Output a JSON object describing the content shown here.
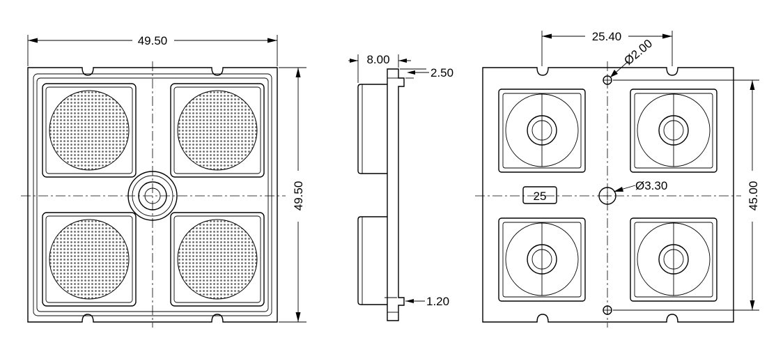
{
  "front_view": {
    "width_label": "49.50",
    "height_label": "49.50"
  },
  "side_view": {
    "thickness_label": "8.00",
    "flange_label": "2.50",
    "foot_label": "1.20"
  },
  "back_view": {
    "pitch_label": "25.40",
    "pin_hole_label": "Ø2.00",
    "center_hole_label": "Ø3.30",
    "height_label": "45.00",
    "part_tag": "25"
  }
}
